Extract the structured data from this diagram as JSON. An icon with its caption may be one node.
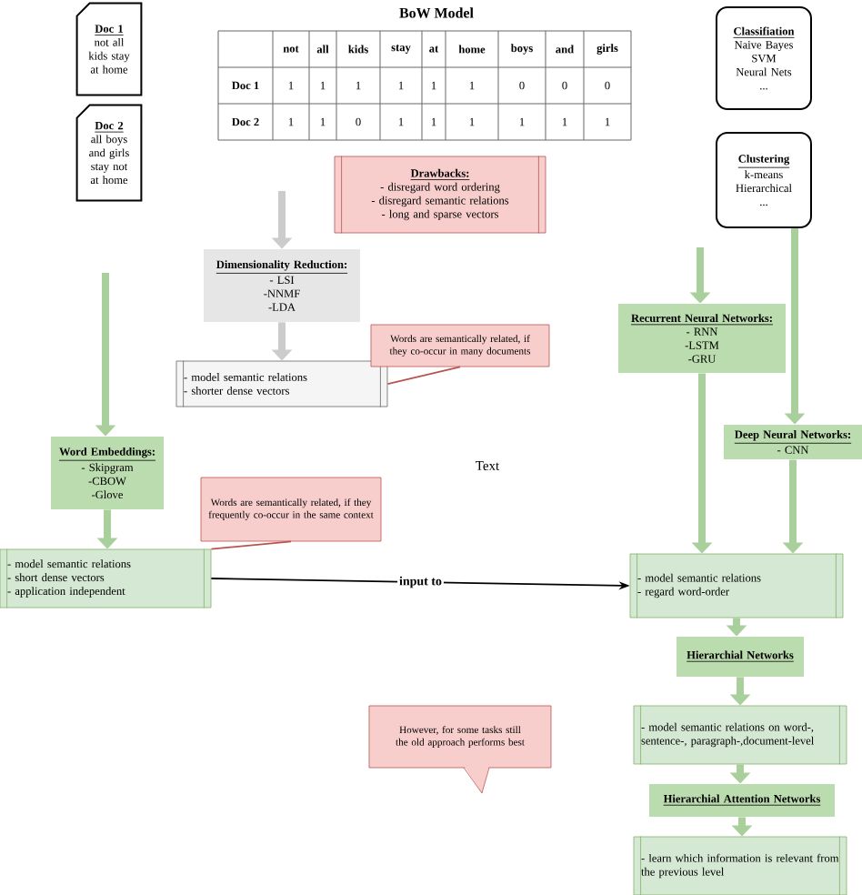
{
  "diagram": {
    "title": "BoW Model",
    "nodes": [
      {
        "text": [
          "Doc 1",
          "not all kids stay at home"
        ]
      },
      {
        "text": [
          "Doc 2",
          "all boys and girls stay not at home"
        ]
      },
      {
        "text": [
          "Classifiation",
          "Naive Bayes",
          "SVM",
          "Neural Nets",
          "..."
        ]
      },
      {
        "text": [
          "Clustering",
          "k-means",
          "Hierarchical",
          "..."
        ]
      },
      {
        "text": [
          "Drawbacks:",
          "- disregard word ordering",
          "- disregard semantic relations",
          "- long and sparse vectors"
        ]
      },
      {
        "text": [
          "Dimensionality Reduction:",
          "- LSI",
          "-NNMF",
          "-LDA"
        ]
      },
      {
        "text": [
          "- model semantic relations",
          "- shorter dense vectors"
        ]
      },
      {
        "text": [
          "Words are semantically related, if they co-occur in many documents"
        ]
      },
      {
        "text": [
          "Word Embeddings:",
          "- Skipgram",
          "-CBOW",
          "-Glove"
        ]
      },
      {
        "text": [
          "Words are semantically related, if they frequently co-occur in the same context"
        ]
      },
      {
        "text": [
          "- model semantic relations",
          "- short dense vectors",
          "- application independent"
        ]
      },
      {
        "text": [
          "Recurrent Neural Networks:",
          "- RNN",
          "-LSTM",
          "-GRU"
        ]
      },
      {
        "text": [
          "Deep Neural Networks:",
          "- CNN"
        ]
      },
      {
        "text": [
          "- model semantic relations",
          "- regard word-order"
        ]
      },
      {
        "text": [
          "Hierarchial Networks"
        ]
      },
      {
        "text": [
          "- model semantic relations on word-, sentence-, paragraph-,document-level"
        ]
      },
      {
        "text": [
          "Hierarchial Attention Networks"
        ]
      },
      {
        "text": [
          "- learn which information is relevant from the previous level"
        ]
      },
      {
        "text": [
          "However, for some tasks still the old approach performs best"
        ]
      }
    ],
    "edges": [
      {
        "from": null,
        "to": 5,
        "arrow": "to",
        "color": "#cccccc"
      },
      {
        "from": 5,
        "to": 6,
        "arrow": "to",
        "color": "#cccccc"
      },
      {
        "from": null,
        "to": 8,
        "arrow": "to"
      },
      {
        "from": 8,
        "to": 10,
        "arrow": "to"
      },
      {
        "from": null,
        "to": 11,
        "arrow": "to"
      },
      {
        "from": 11,
        "to": 13,
        "arrow": "to"
      },
      {
        "from": 3,
        "to": 12,
        "arrow": "to"
      },
      {
        "from": 12,
        "to": 13,
        "arrow": "to"
      },
      {
        "from": 13,
        "to": 14,
        "arrow": "to"
      },
      {
        "from": 14,
        "to": 15,
        "arrow": "to"
      },
      {
        "from": 15,
        "to": 16,
        "arrow": "to"
      },
      {
        "from": 16,
        "to": 17,
        "arrow": "to"
      },
      {
        "from": 7,
        "to": 6,
        "arrow": "none",
        "color": "#b85450"
      },
      {
        "from": 9,
        "to": 10,
        "arrow": "none",
        "color": "#b85450"
      },
      {
        "from": 10,
        "to": 13,
        "arrow": "to",
        "label": "input to",
        "color": "#000000"
      }
    ],
    "labels": [
      "not",
      "all",
      "kids",
      "stay",
      "at",
      "home",
      "boys",
      "and",
      "girls",
      "Doc 1",
      "1",
      "1",
      "1",
      "1",
      "1",
      "1",
      "0",
      "0",
      "0",
      "Doc 2",
      "1",
      "1",
      "0",
      "1",
      "1",
      "1",
      "1",
      "1",
      "1",
      "Text"
    ]
  }
}
